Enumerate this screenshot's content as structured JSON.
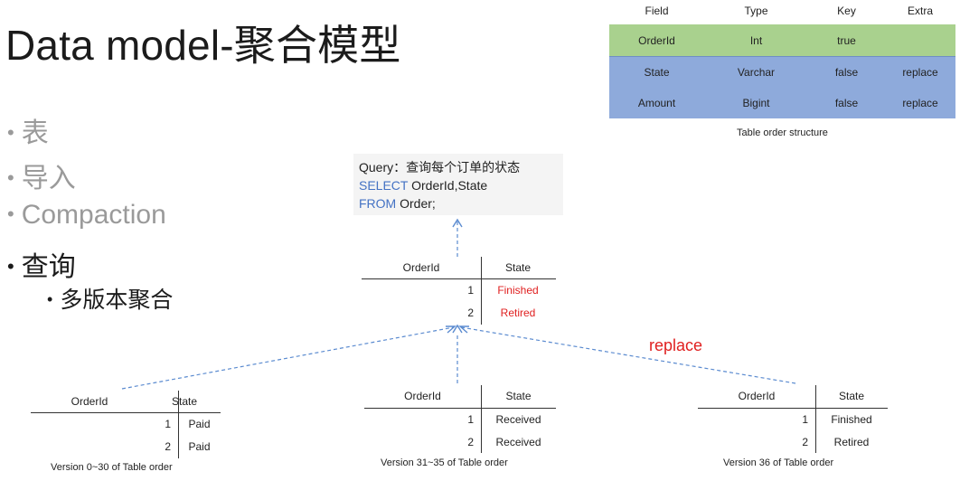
{
  "title": "Data model-聚合模型",
  "bullets": [
    {
      "text": "表",
      "style": "gray"
    },
    {
      "text": "导入",
      "style": "gray"
    },
    {
      "text": "Compaction",
      "style": "gray"
    },
    {
      "text": "查询",
      "style": "dark"
    }
  ],
  "sub_bullet": "多版本聚合",
  "structure_table": {
    "headers": [
      "Field",
      "Type",
      "Key",
      "Extra"
    ],
    "rows": [
      {
        "field": "OrderId",
        "type": "Int",
        "key": "true",
        "extra": ""
      },
      {
        "field": "State",
        "type": "Varchar",
        "key": "false",
        "extra": "replace"
      },
      {
        "field": "Amount",
        "type": "Bigint",
        "key": "false",
        "extra": "replace"
      }
    ],
    "caption": "Table order structure"
  },
  "query": {
    "line1": "Query：查询每个订单的状态",
    "kw_select": "SELECT",
    "select_rest": " OrderId,State",
    "kw_from": "FROM",
    "from_rest": " Order;"
  },
  "result_table": {
    "headers": [
      "OrderId",
      "State"
    ],
    "rows": [
      {
        "id": "1",
        "state": "Finished"
      },
      {
        "id": "2",
        "state": "Retired"
      }
    ]
  },
  "version_tables": [
    {
      "headers": [
        "OrderId",
        "State"
      ],
      "rows": [
        {
          "id": "1",
          "state": "Paid"
        },
        {
          "id": "2",
          "state": "Paid"
        }
      ],
      "caption": "Version 0~30 of Table order"
    },
    {
      "headers": [
        "OrderId",
        "State"
      ],
      "rows": [
        {
          "id": "1",
          "state": "Received"
        },
        {
          "id": "2",
          "state": "Received"
        }
      ],
      "caption": "Version 31~35 of Table order"
    },
    {
      "headers": [
        "OrderId",
        "State"
      ],
      "rows": [
        {
          "id": "1",
          "state": "Finished"
        },
        {
          "id": "2",
          "state": "Retired"
        }
      ],
      "caption": "Version 36 of Table order"
    }
  ],
  "replace_label": "replace",
  "colors": {
    "key_row": "#a9d18e",
    "value_row": "#8eaadb",
    "highlight": "#e02020",
    "keyword": "#4472c4",
    "arrow": "#5b8bd0"
  }
}
